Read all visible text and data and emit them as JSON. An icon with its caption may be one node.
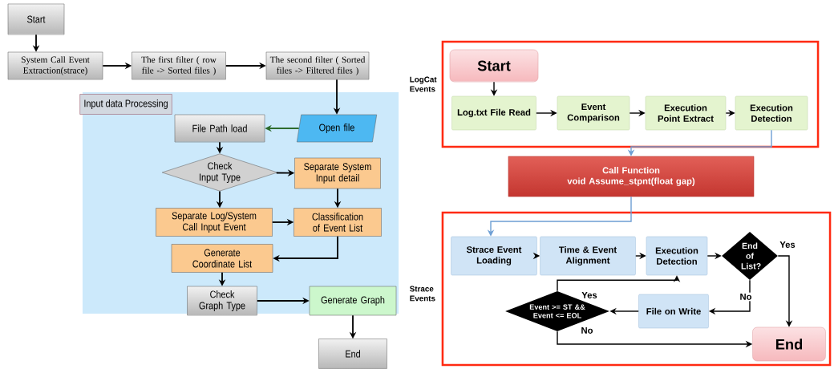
{
  "diagram": {
    "nodes": [
      {
        "text": [
          "Start"
        ]
      },
      {
        "text": [
          "System Call Event Extraction(strace)"
        ]
      },
      {
        "text": [
          "The first filter ( row file -> Sorted files )"
        ]
      },
      {
        "text": [
          "The second filter ( Sorted files -> Filtered files )"
        ]
      },
      {
        "text": [
          "Input data Processing"
        ]
      },
      {
        "text": [
          "Open file"
        ],
        "in": 4
      },
      {
        "text": [
          "File Path load"
        ],
        "in": 4
      },
      {
        "text": [
          "Check Input Type"
        ],
        "in": 4
      },
      {
        "text": [
          "Separate System Input detail"
        ],
        "in": 4
      },
      {
        "text": [
          "Separate Log/System Call Input Event"
        ],
        "in": 4
      },
      {
        "text": [
          "Classification of Event List"
        ],
        "in": 4
      },
      {
        "text": [
          "Generate Coordinate List"
        ],
        "in": 4
      },
      {
        "text": [
          "Check Graph Type"
        ],
        "in": 4
      },
      {
        "text": [
          "Generate Graph"
        ],
        "in": 4
      },
      {
        "text": [
          "End"
        ]
      },
      {
        "text": [
          "LogCat Events"
        ]
      },
      {
        "text": [
          "Start"
        ],
        "in": 15
      },
      {
        "text": [
          "Log.txt File Read"
        ],
        "in": 15
      },
      {
        "text": [
          "Event Comparison"
        ],
        "in": 15
      },
      {
        "text": [
          "Execution Point Extract"
        ],
        "in": 15
      },
      {
        "text": [
          "Execution Detection"
        ],
        "in": 15
      },
      {
        "text": [
          "Call Function",
          "void Assume_stpnt(float gap)"
        ]
      },
      {
        "text": [
          "Strace Events"
        ]
      },
      {
        "text": [
          "Strace Event Loading"
        ],
        "in": 22
      },
      {
        "text": [
          "Time & Event Alignment"
        ],
        "in": 22
      },
      {
        "text": [
          "Execution Detection"
        ],
        "in": 22
      },
      {
        "text": [
          "End of List?"
        ],
        "in": 22
      },
      {
        "text": [
          "Event >= ST && Event <= EOL"
        ],
        "in": 22
      },
      {
        "text": [
          "File on Write"
        ],
        "in": 22
      },
      {
        "text": [
          "End"
        ],
        "in": 22
      }
    ],
    "edges": [
      {
        "from": 0,
        "to": 1,
        "arrow": "to"
      },
      {
        "from": 1,
        "to": 2,
        "arrow": "to"
      },
      {
        "from": 2,
        "to": 3,
        "arrow": "to"
      },
      {
        "from": 3,
        "to": 5,
        "arrow": "to"
      },
      {
        "from": 5,
        "to": 6,
        "arrow": "to",
        "color": "#2e6b2e"
      },
      {
        "from": 6,
        "to": 7,
        "arrow": "to"
      },
      {
        "from": 7,
        "to": 8,
        "arrow": "to"
      },
      {
        "from": 7,
        "to": 9,
        "arrow": "to"
      },
      {
        "from": 8,
        "to": 10,
        "arrow": "to"
      },
      {
        "from": 9,
        "to": 10,
        "arrow": "to"
      },
      {
        "from": 10,
        "to": 11,
        "arrow": "to"
      },
      {
        "from": 11,
        "to": 12,
        "arrow": "to"
      },
      {
        "from": 12,
        "to": 13,
        "arrow": "to"
      },
      {
        "from": 13,
        "to": 14,
        "arrow": "to"
      },
      {
        "from": 16,
        "to": 17,
        "arrow": "to"
      },
      {
        "from": 17,
        "to": 18,
        "arrow": "to"
      },
      {
        "from": 18,
        "to": 19,
        "arrow": "to"
      },
      {
        "from": 19,
        "to": 20,
        "arrow": "to"
      },
      {
        "from": 20,
        "to": 21,
        "arrow": "to",
        "color": "#6e9fd4"
      },
      {
        "from": 21,
        "to": 23,
        "arrow": "to",
        "color": "#6e9fd4"
      },
      {
        "from": 23,
        "to": 24,
        "arrow": "to"
      },
      {
        "from": 24,
        "to": 25,
        "arrow": "to"
      },
      {
        "from": 25,
        "to": 26,
        "arrow": "to"
      },
      {
        "from": 26,
        "to": 29,
        "arrow": "to",
        "label": "Yes"
      },
      {
        "from": 26,
        "to": 28,
        "arrow": "to",
        "label": "No"
      },
      {
        "from": 28,
        "to": 27,
        "arrow": "to"
      },
      {
        "from": 27,
        "to": 25,
        "arrow": "to",
        "label": "Yes"
      },
      {
        "from": 27,
        "to": 29,
        "arrow": "to",
        "label": "No"
      }
    ]
  }
}
